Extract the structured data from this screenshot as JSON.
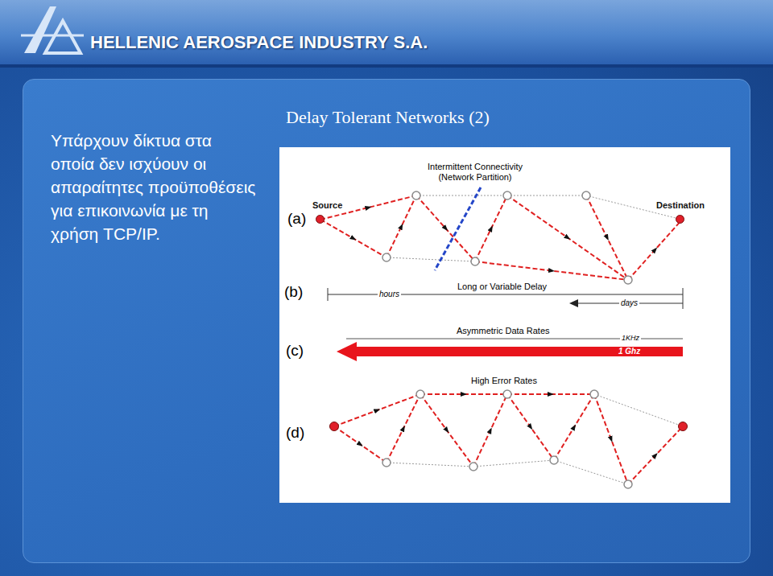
{
  "diagram": {
    "title": "Delay Tolerant Networks (2)",
    "nodes": [
      {
        "text": [
          "Source"
        ]
      },
      {
        "text": [
          "Destination"
        ]
      }
    ],
    "labels": [
      "HELLENIC AEROSPACE INDUSTRY S.A.",
      "Υπάρχουν δίκτυα στα οποία δεν ισχύουν οι απαραίτητες προϋποθέσεις για επικοινωνία με τη χρήση TCP/IP.",
      "(a)",
      "Intermittent Connectivity (Network Partition)",
      "(b)",
      "hours",
      "Long or Variable Delay",
      "days",
      "(c)",
      "Asymmetric Data Rates",
      "1KHz",
      "1 Ghz",
      "(d)",
      "High Error Rates"
    ]
  }
}
